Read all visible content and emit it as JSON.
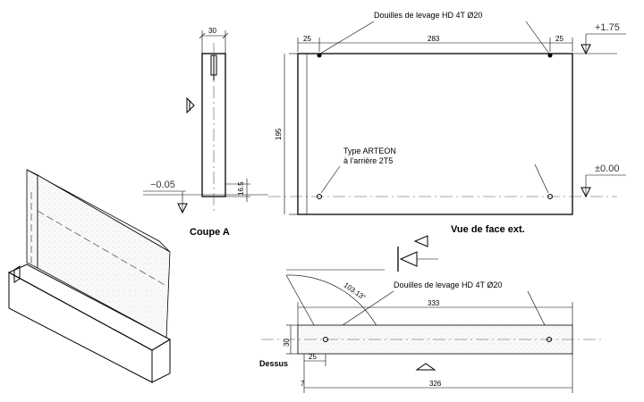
{
  "labels": {
    "lifting_top": "Douilles de levage HD 4T Ø20",
    "lifting_bottom": "Douilles de levage HD 4T Ø20",
    "type_line1": "Type ARTEON",
    "type_line2": "à l'arrière 2T5",
    "section_title": "Coupe A",
    "front_title": "Vue de face ext.",
    "top_title": "Dessus"
  },
  "elevations": {
    "top": "+1.75",
    "zero": "±0.00",
    "bottom": "−0.05"
  },
  "dimensions": {
    "section_width": "30",
    "section_bottom": "16.5",
    "front_left_edge": "25",
    "front_total": "283",
    "front_right_edge": "25",
    "front_height": "195",
    "angle": "103.13°",
    "top_length": "333",
    "top_thickness": "30",
    "top_edge": "25",
    "top_base": "326",
    "top_small": "7"
  },
  "colors": {
    "line": "#000000",
    "centerline": "#555555",
    "background": "#ffffff"
  },
  "icons": {
    "elevation_marker": "triangle-elevation-icon",
    "section_arrow": "section-arrow-icon",
    "view_arrow": "view-direction-icon"
  }
}
